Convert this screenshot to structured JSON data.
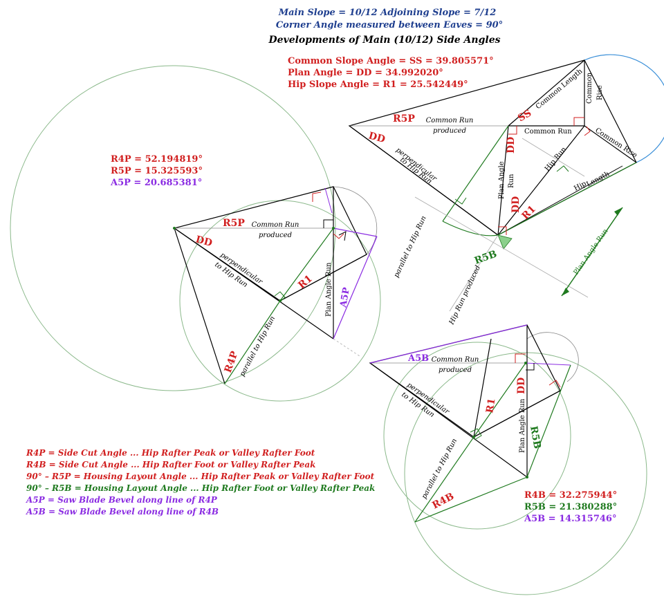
{
  "header": {
    "line1": "Main Slope = 10/12    Adjoining Slope = 7/12",
    "line2": "Corner Angle measured between Eaves = 90°",
    "title": "Developments of Main (10/12) Side Angles"
  },
  "angles_main": {
    "ss": "Common Slope Angle = SS = 39.805571°",
    "dd": "Plan Angle = DD = 34.992020°",
    "r1": "Hip Slope Angle = R1 = 25.542449°"
  },
  "angles_peak": {
    "r4p": "R4P = 52.194819°",
    "r5p": "R5P = 15.325593°",
    "a5p": "A5P = 20.685381°"
  },
  "angles_base": {
    "r4b": "R4B = 32.275944°",
    "r5b": "R5B = 21.380288°",
    "a5b": "A5B = 14.315746°"
  },
  "legend": [
    "R4P = Side Cut Angle ... Hip Rafter Peak or Valley Rafter Foot",
    "R4B = Side Cut Angle ... Hip Rafter Foot or Valley Rafter Peak",
    "90° – R5P = Housing Layout Angle ... Hip Rafter Peak or Valley Rafter Foot",
    "90° – R5B = Housing Layout Angle ... Hip Rafter Foot or Valley Rafter Peak",
    "A5P = Saw Blade Bevel along line of R4P",
    "A5B = Saw Blade Bevel along line of R4B"
  ],
  "labels": {
    "r5p": "R5P",
    "dd": "DD",
    "ss": "SS",
    "r1": "R1",
    "r4p": "R4P",
    "a5p": "A5P",
    "a5b": "A5B",
    "r5b": "R5B",
    "r4b": "R4B",
    "common_run": "Common Run",
    "produced": "produced",
    "common_run_plain": "Common Run",
    "common_length": "Common Length",
    "common": "Common",
    "rise": "Rise",
    "common_rise": "Common Rise",
    "hip_run": "Hip Run",
    "hip": "Hip",
    "length": "Length",
    "plan_angle": "Plan Angle",
    "run": "Run",
    "plan_angle_run": "Plan Angle Run",
    "perpendicular": "perpendicular",
    "to_hip_run": "to Hip Run",
    "parallel_to_hip_run": "parallel to Hip Run",
    "hip_run_produced": "Hip Run produced"
  },
  "colors": {
    "red": "#d11f1f",
    "green": "#1f7a1f",
    "purple": "#8a2be2",
    "blue": "#1f3f8f",
    "arc_blue": "#3a8fd8",
    "circle_green": "#8ab88a"
  }
}
